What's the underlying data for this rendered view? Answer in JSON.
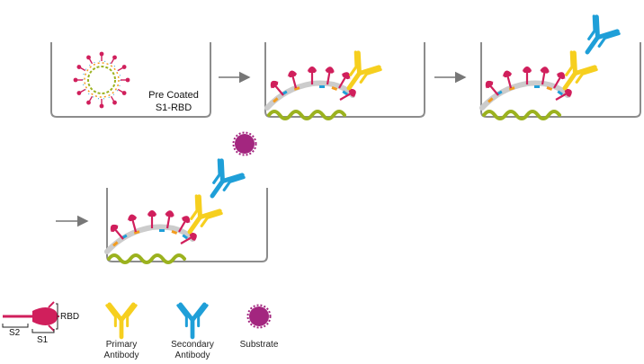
{
  "labels": {
    "pre_coated_line1": "Pre Coated",
    "pre_coated_line2": "S1-RBD"
  },
  "legend": {
    "rbd": "RBD",
    "s2": "S2",
    "s1": "S1",
    "primary_line1": "Primary",
    "primary_line2": "Antibody",
    "secondary_line1": "Secondary",
    "secondary_line2": "Antibody",
    "substrate": "Substrate"
  },
  "colors": {
    "spike": "#d01f5c",
    "primary_antibody": "#f6cf1f",
    "secondary_antibody": "#1f9fd8",
    "substrate": "#a3267f",
    "membrane": "#9bb21f",
    "well_outline": "#8c8c8c",
    "arrow": "#777777"
  },
  "icons": {
    "virus": "virus-icon",
    "spike": "spike-protein-icon",
    "primary": "y-antibody-icon",
    "secondary": "y-antibody-icon",
    "substrate": "substrate-dot-icon",
    "arrow": "arrow-right-icon"
  }
}
